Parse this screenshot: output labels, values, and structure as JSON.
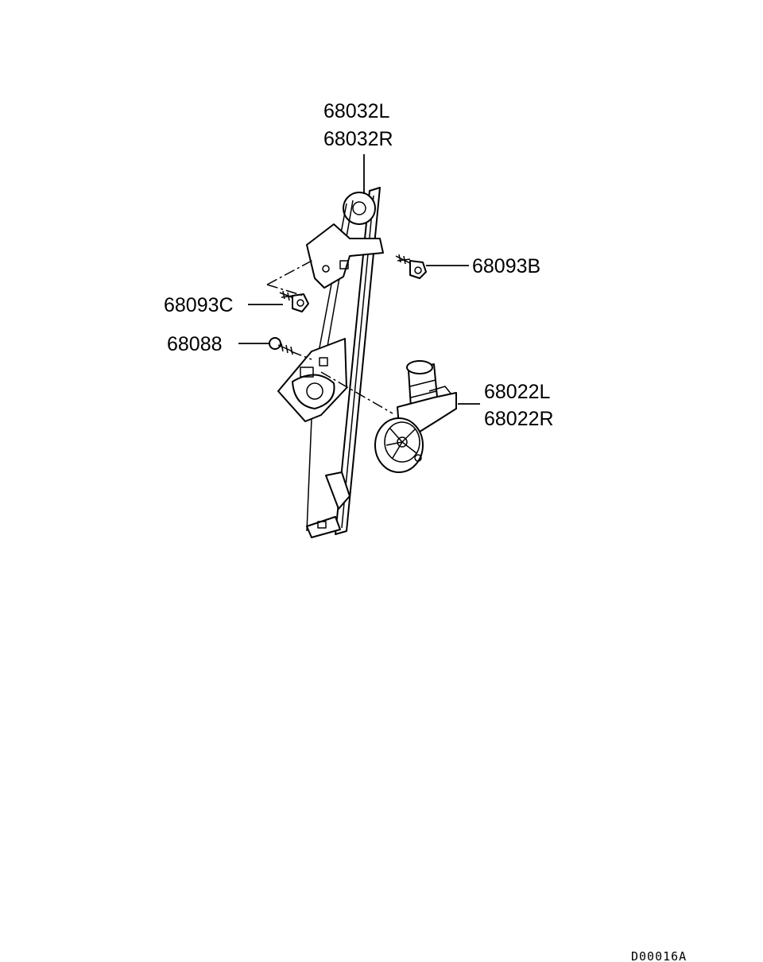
{
  "callouts": {
    "regulator_left": "68032L",
    "regulator_right": "68032R",
    "bolt_b": "68093B",
    "bolt_c": "68093C",
    "screw": "68088",
    "motor_left": "68022L",
    "motor_right": "68022R"
  },
  "diagram_code": "D00016A"
}
